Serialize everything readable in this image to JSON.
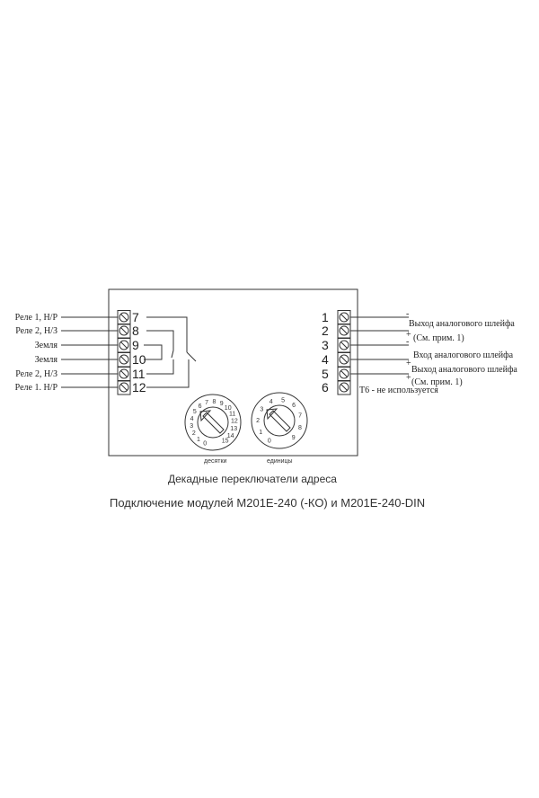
{
  "left_terminals": [
    {
      "num": "7",
      "label": "Реле 1, Н/Р"
    },
    {
      "num": "8",
      "label": "Реле 2, Н/З"
    },
    {
      "num": "9",
      "label": "Земля"
    },
    {
      "num": "10",
      "label": "Земля"
    },
    {
      "num": "11",
      "label": "Реле 2, Н/З"
    },
    {
      "num": "12",
      "label": "Реле 1. Н/Р"
    }
  ],
  "right_terminals": [
    {
      "num": "1",
      "sign": "-"
    },
    {
      "num": "2",
      "sign": "+"
    },
    {
      "num": "3",
      "sign": "-"
    },
    {
      "num": "4",
      "sign": "+"
    },
    {
      "num": "5",
      "sign": "+"
    },
    {
      "num": "6",
      "sign": ""
    }
  ],
  "right_labels": {
    "out1": "Выход аналогового шлейфа",
    "note1": "(См. прим. 1)",
    "in": "Вход аналогового шлейфа",
    "out2": "Выход аналогового шлейфа",
    "note2": "(См. прим. 1)",
    "t6": "Т6 - не используется"
  },
  "dial_tens": {
    "label": "десятки",
    "digits": [
      "0",
      "1",
      "2",
      "3",
      "4",
      "5",
      "6",
      "7",
      "8",
      "9",
      "10",
      "11",
      "12",
      "13",
      "14",
      "15"
    ]
  },
  "dial_units": {
    "label": "единицы",
    "digits": [
      "0",
      "1",
      "2",
      "3",
      "4",
      "5",
      "6",
      "7",
      "8",
      "9"
    ]
  },
  "caption_switches": "Декадные переключатели адреса",
  "title": "Подключение модулей М201Е-240 (-КО) и М201Е-240-DIN"
}
